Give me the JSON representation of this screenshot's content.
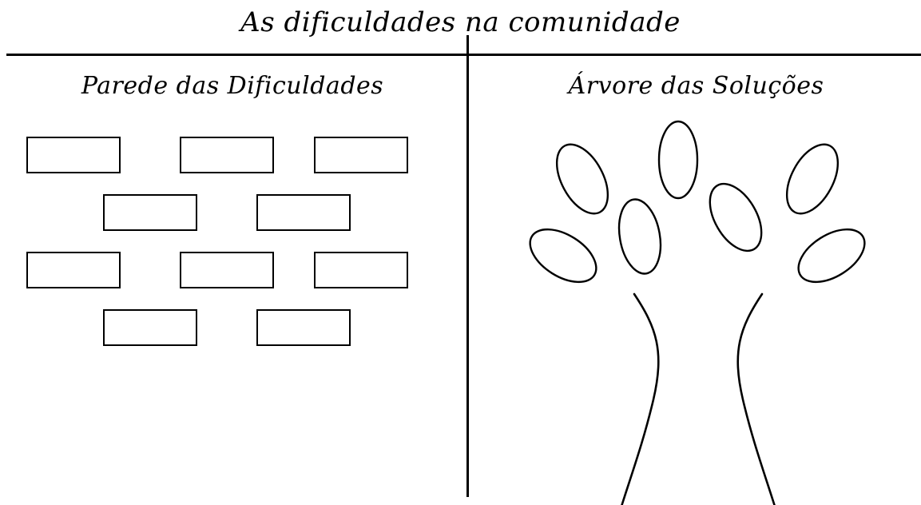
{
  "title": "As dificuldades na comunidade",
  "left_panel": {
    "heading": "Parede das Dificuldades",
    "bricks": 10
  },
  "right_panel": {
    "heading": "Árvore das Soluções",
    "leaves": 7
  },
  "colors": {
    "ink": "#000000",
    "background": "#ffffff"
  }
}
